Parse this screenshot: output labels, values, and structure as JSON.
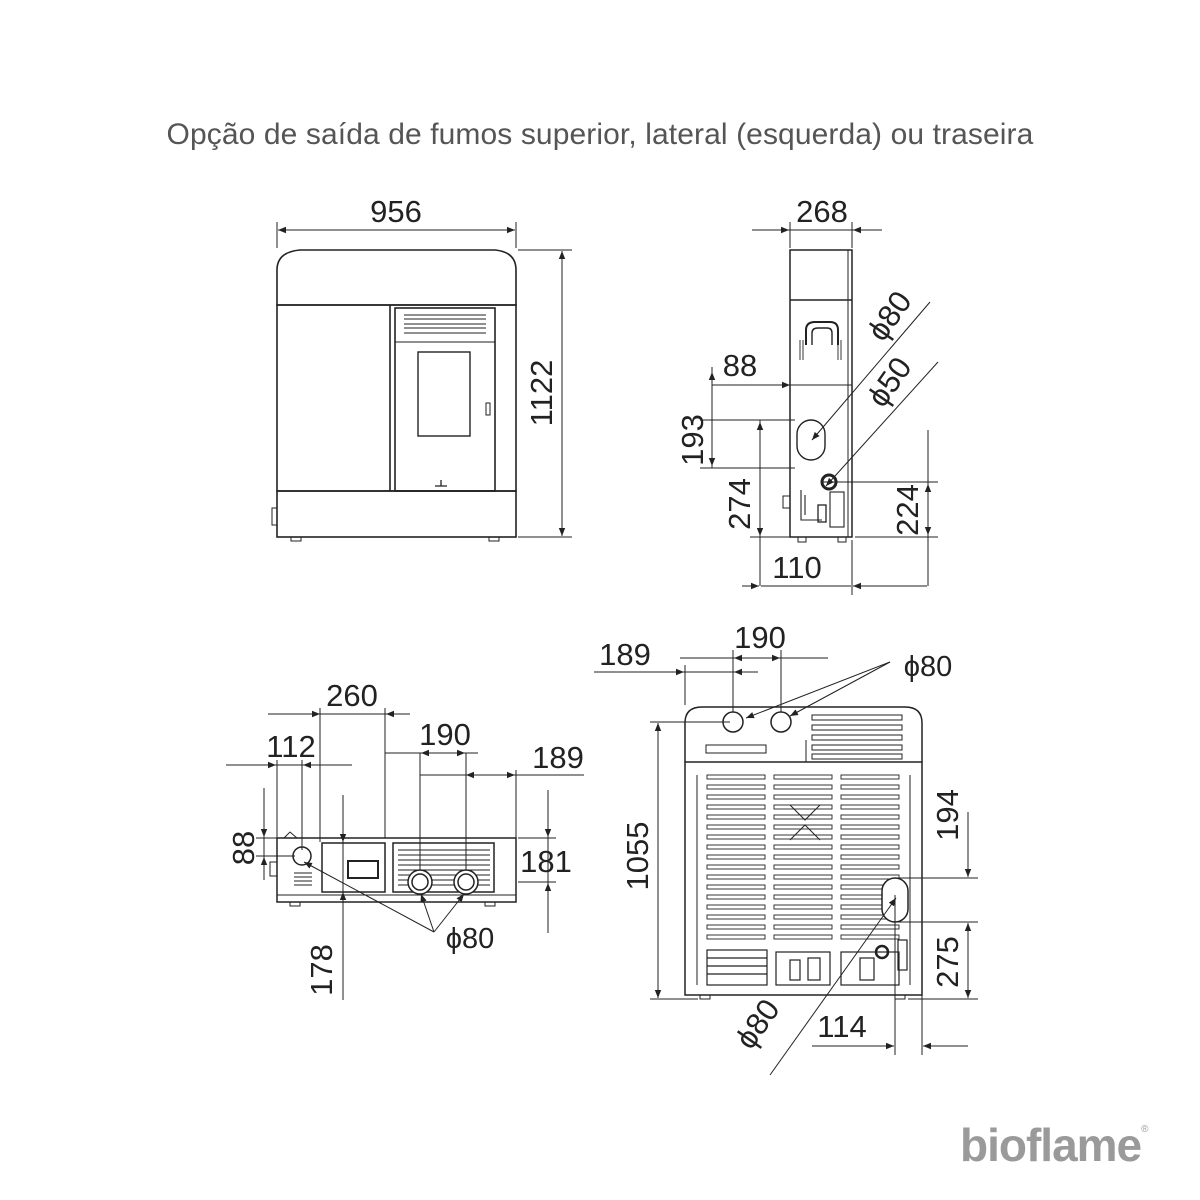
{
  "caption": "Opção de saída de fumos superior, lateral (esquerda) ou traseira",
  "brand": {
    "logo": "bioflame"
  },
  "front_view": {
    "width": "956",
    "height": "1122"
  },
  "side_view": {
    "depth": "268",
    "d88": "88",
    "d193": "193",
    "d274": "274",
    "d224": "224",
    "d110": "110",
    "pipe_a": "ϕ80",
    "pipe_b": "ϕ50"
  },
  "top_view": {
    "d260": "260",
    "d112": "112",
    "d190": "190",
    "d189": "189",
    "d88": "88",
    "d181": "181",
    "d178": "178",
    "pipe": "ϕ80"
  },
  "rear_view": {
    "d189": "189",
    "d190": "190",
    "pipe_top": "ϕ80",
    "height": "1055",
    "d194": "194",
    "d275": "275",
    "d114": "114",
    "pipe_bottom": "ϕ80"
  },
  "colors": {
    "line": "#222222",
    "caption": "#555555",
    "logo": "#9a9a9a"
  }
}
